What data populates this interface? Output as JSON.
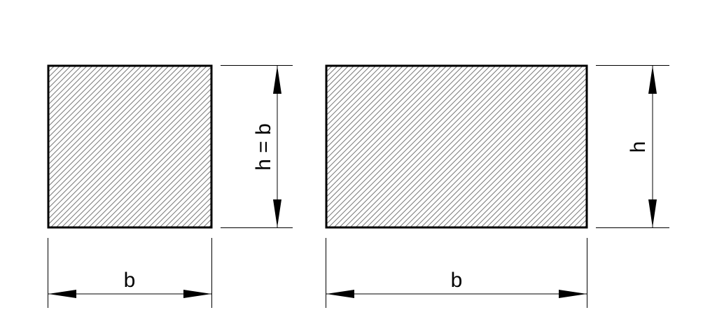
{
  "square": {
    "width_label": "b",
    "height_label": "h = b"
  },
  "rectangle": {
    "width_label": "b",
    "height_label": "h"
  },
  "colors": {
    "outline": "#000000",
    "hatch": "#777777",
    "background": "#ffffff"
  }
}
